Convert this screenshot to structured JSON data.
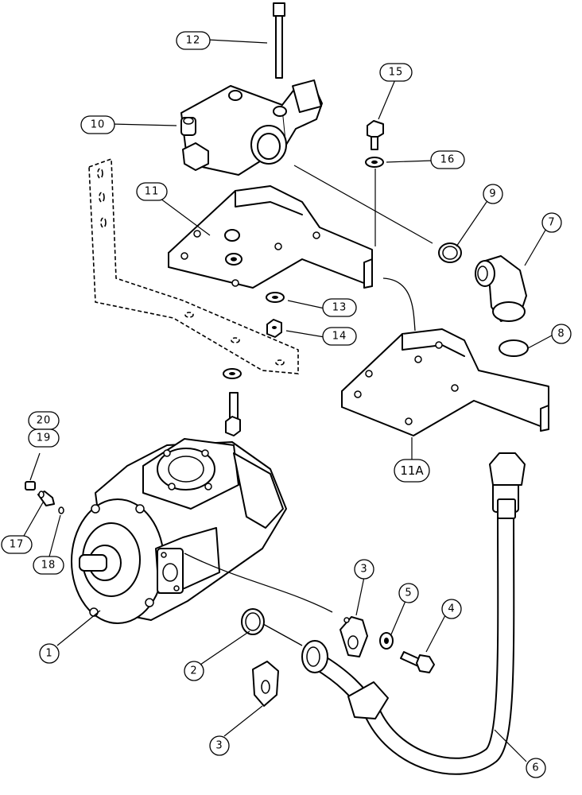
{
  "callouts": {
    "c1": "1",
    "c2": "2",
    "c3a": "3",
    "c3b": "3",
    "c4": "4",
    "c5": "5",
    "c6": "6",
    "c7": "7",
    "c8": "8",
    "c9": "9",
    "c10": "10",
    "c11": "11",
    "c11a": "11A",
    "c12": "12",
    "c13": "13",
    "c14": "14",
    "c15": "15",
    "c16": "16",
    "c17": "17",
    "c18": "18",
    "c19": "19",
    "c20": "20"
  }
}
